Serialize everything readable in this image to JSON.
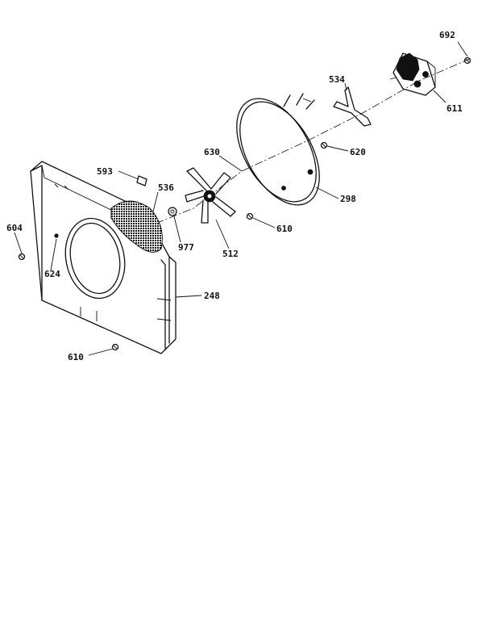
{
  "labels": {
    "l692": "692",
    "l534": "534",
    "l611": "611",
    "l620": "620",
    "l630": "630",
    "l593": "593",
    "l536": "536",
    "l298": "298",
    "l604": "604",
    "l977": "977",
    "l610a": "610",
    "l512": "512",
    "l624": "624",
    "l248": "248",
    "l610b": "610"
  }
}
